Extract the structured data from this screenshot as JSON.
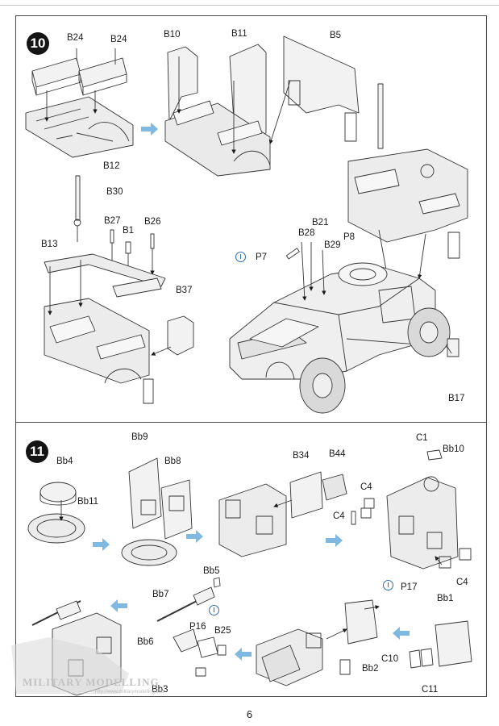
{
  "page": {
    "number": "6"
  },
  "steps": [
    {
      "number": "10"
    },
    {
      "number": "11"
    }
  ],
  "step10": {
    "labels": {
      "b24a": "B24",
      "b24b": "B24",
      "b10": "B10",
      "b11": "B11",
      "b5": "B5",
      "b12": "B12",
      "b30": "B30",
      "b27": "B27",
      "b26": "B26",
      "b1": "B1",
      "b13": "B13",
      "b37": "B37",
      "b21": "B21",
      "b28": "B28",
      "b29": "B29",
      "p8": "P8",
      "p7": "P7",
      "b17": "B17"
    }
  },
  "step11": {
    "labels": {
      "bb9": "Bb9",
      "bb4": "Bb4",
      "bb8": "Bb8",
      "bb11": "Bb11",
      "b34": "B34",
      "b44": "B44",
      "c1": "C1",
      "bb10": "Bb10",
      "c4a": "C4",
      "c4b": "C4",
      "c4c": "C4",
      "p17": "P17",
      "bb5": "Bb5",
      "bb7": "Bb7",
      "bb1": "Bb1",
      "p16": "P16",
      "bb6": "Bb6",
      "b25": "B25",
      "c10": "C10",
      "bb2": "Bb2",
      "c11": "C11",
      "bb3": "Bb3"
    }
  },
  "watermark": {
    "text": "MILITARY MODELLING",
    "url": "http://www.militarymodelling.info"
  },
  "colors": {
    "arrow": "#7fb8e0",
    "frame": "#4a4a4a",
    "ink": "#1a1a1a"
  }
}
